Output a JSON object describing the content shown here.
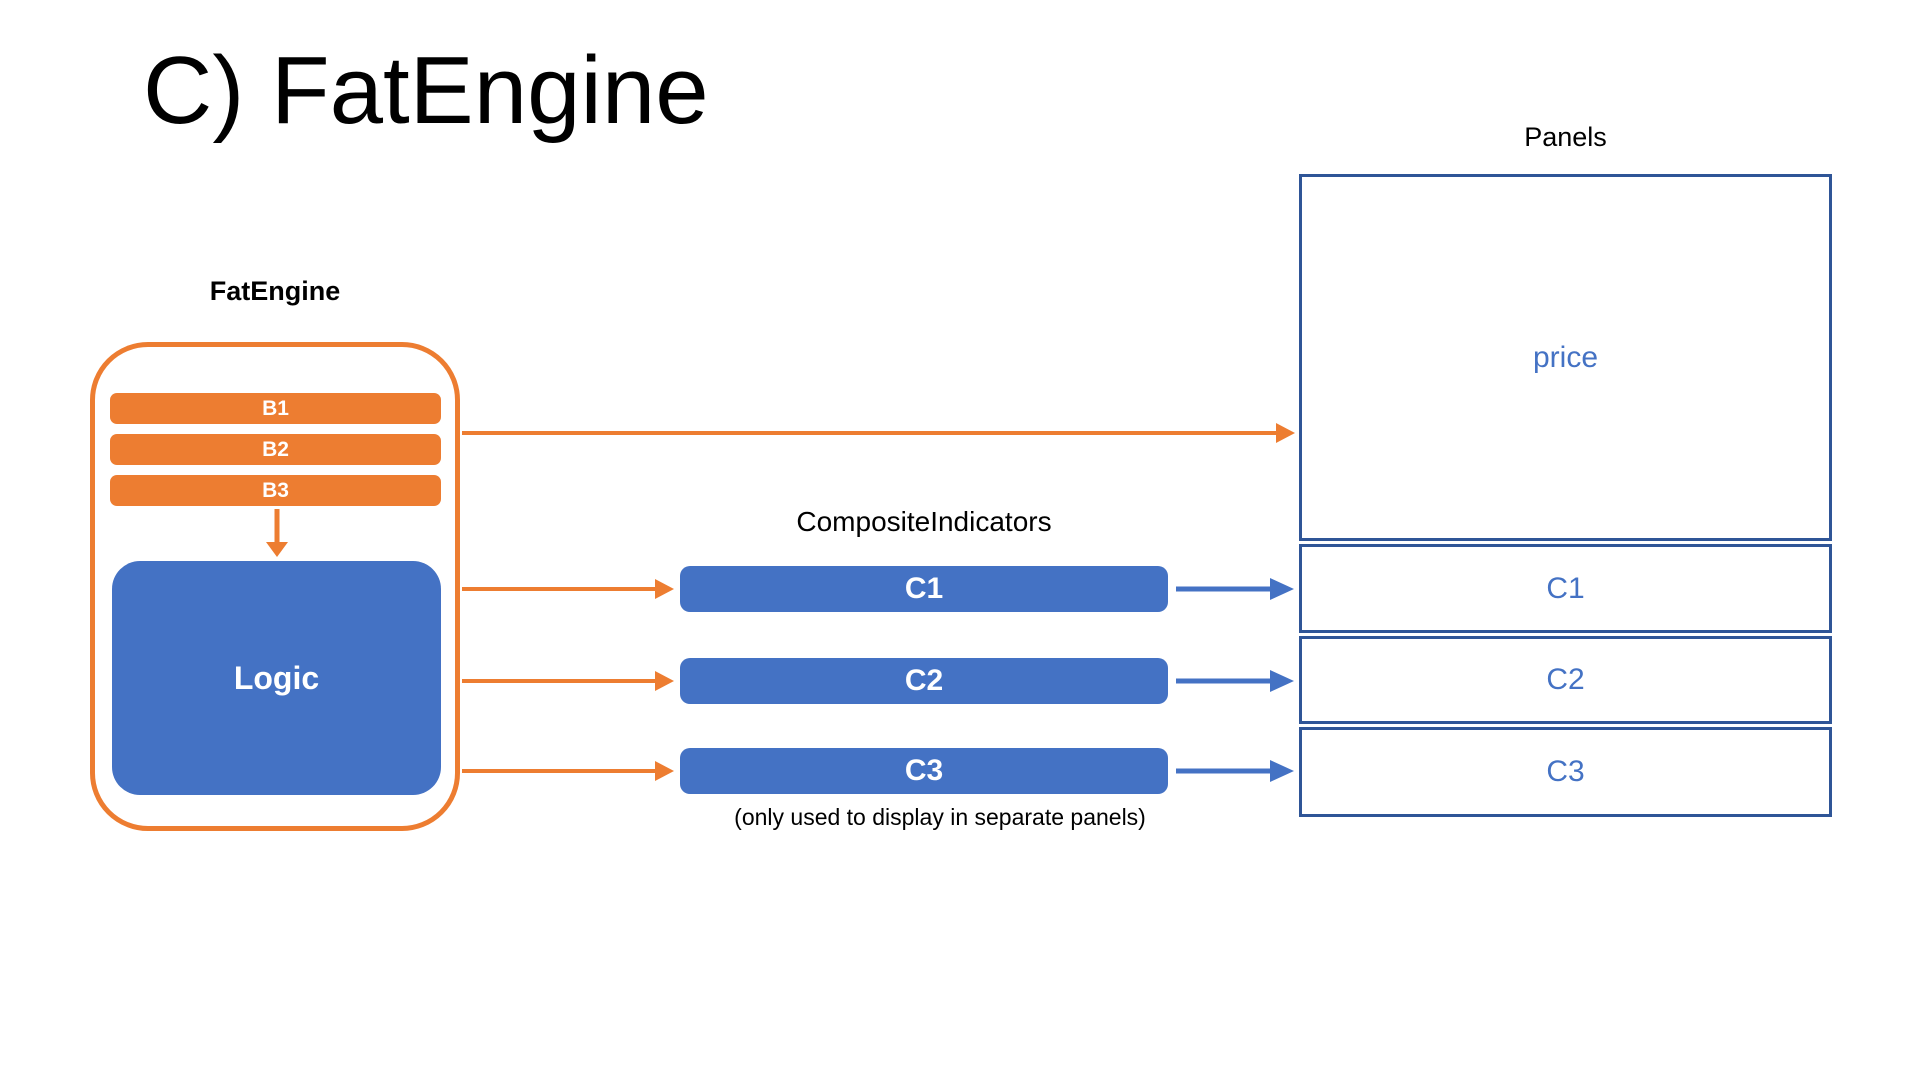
{
  "title": "C) FatEngine",
  "colors": {
    "orange": "#ED7D31",
    "blue": "#4472C4",
    "panel_border": "#2F5597",
    "panel_text": "#4472C4",
    "text": "#000000"
  },
  "fat_engine": {
    "label": "FatEngine",
    "buffers": [
      "B1",
      "B2",
      "B3"
    ],
    "logic": "Logic"
  },
  "composite": {
    "title": "CompositeIndicators",
    "bars": [
      "C1",
      "C2",
      "C3"
    ],
    "note": "(only used to display in separate panels)"
  },
  "panels": {
    "title": "Panels",
    "rows": [
      "price",
      "C1",
      "C2",
      "C3"
    ]
  }
}
